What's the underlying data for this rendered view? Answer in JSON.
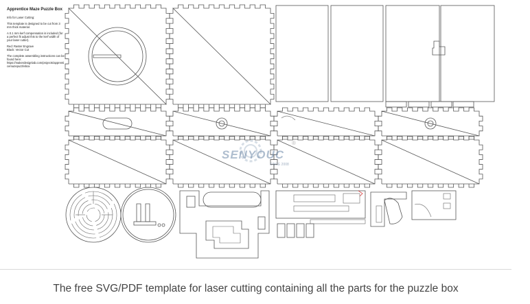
{
  "template_info": {
    "title": "Apprentice Maze Puzzle Box",
    "heading": "Info for Laser Cutting:",
    "material_note": "This template is designed to be cut from 3 mm thick material.",
    "kerf_note": "A 0.1 mm kerf compensation is included (for a perfect fit adjust this to the kerf width of your laser cutter).",
    "color_red": "Red: Raster Engrave",
    "color_black": "Black: Vector Cut",
    "instructions_note": "The complete assembling instructions can be found here:",
    "instructions_url": "https://makerdesignlab.com/projects/apprenticemazepuzzlebox"
  },
  "watermark": {
    "name": "SENYOUC",
    "since": "SINCE 2008",
    "registered": "®"
  },
  "caption": "The free SVG/PDF template for laser cutting containing all the parts for the puzzle box",
  "colors": {
    "cut_line": "#555555",
    "engrave": "#d64040",
    "watermark": "#6f8aa8"
  }
}
